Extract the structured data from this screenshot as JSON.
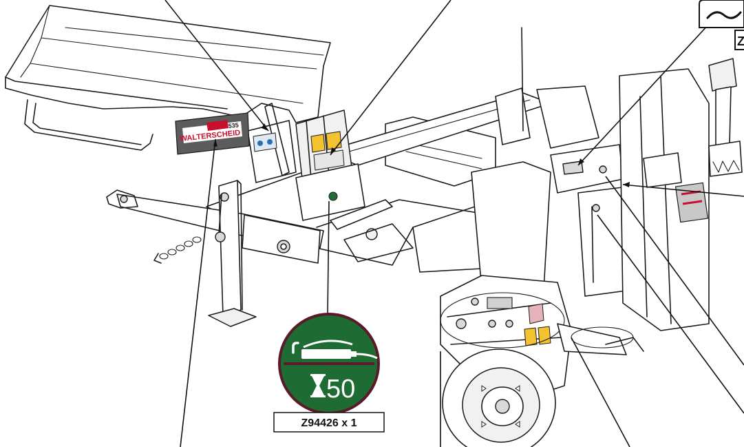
{
  "callouts": {
    "grease_label": {
      "icon": "grease-gun-icon",
      "hourglass_icon": "hourglass-icon",
      "interval": "50",
      "part_number": "Z94426 x 1",
      "badge_color": "#1f6b34",
      "rim_color": "#5a1a28"
    },
    "top_right_box": {
      "icon": "wave-icon",
      "partial_code": "Z"
    }
  },
  "decals": {
    "brand_logo": "WALTERSCHEID",
    "model_code": "535"
  },
  "colors": {
    "line": "#1a1a1a",
    "warning_yellow": "#f2c230",
    "decal_red": "#c8102e"
  }
}
